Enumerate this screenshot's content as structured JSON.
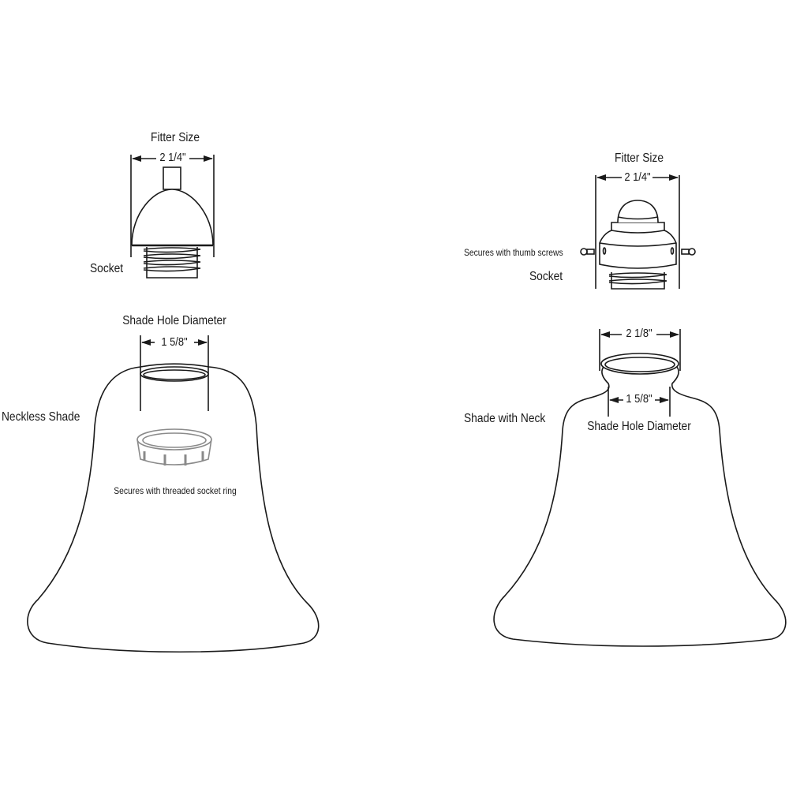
{
  "left": {
    "fitter": {
      "title": "Fitter Size",
      "dimension": "2 1/4\""
    },
    "socket_label": "Socket",
    "shade_hole": {
      "title": "Shade Hole Diameter",
      "dimension": "1 5/8\""
    },
    "shade_label": "Neckless Shade",
    "note": "Secures with threaded socket ring"
  },
  "right": {
    "fitter": {
      "title": "Fitter Size",
      "dimension": "2 1/4\""
    },
    "note": "Secures with thumb screws",
    "socket_label": "Socket",
    "neck_outer_dimension": "2 1/8\"",
    "shade_hole": {
      "title": "Shade Hole Diameter",
      "dimension": "1 5/8\""
    },
    "shade_label": "Shade with Neck"
  },
  "colors": {
    "line": "#1a1a1a",
    "ring": "#8a8a8a",
    "background": "#ffffff"
  }
}
